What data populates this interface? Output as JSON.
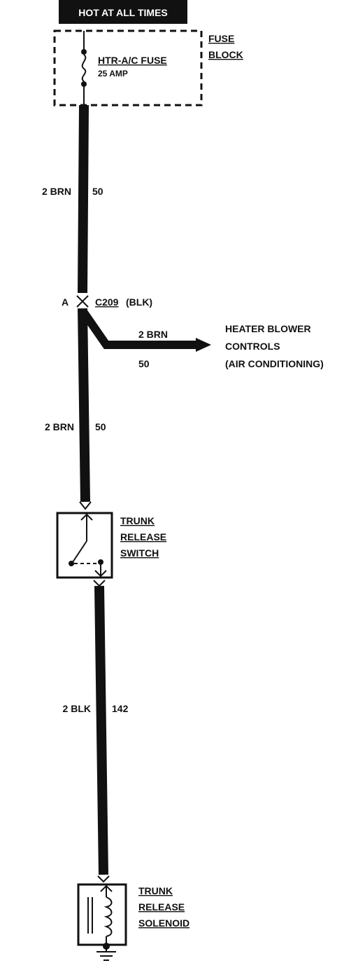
{
  "header": {
    "banner": "HOT AT ALL TIMES"
  },
  "fuse_block": {
    "label_line1": "FUSE",
    "label_line2": "BLOCK",
    "fuse_name": "HTR-A/C FUSE",
    "fuse_rating": "25 AMP"
  },
  "wires": {
    "w1": {
      "gauge_color": "2 BRN",
      "circuit": "50"
    },
    "branch": {
      "gauge_color": "2 BRN",
      "circuit": "50"
    },
    "w2": {
      "gauge_color": "2 BRN",
      "circuit": "50"
    },
    "w3": {
      "gauge_color": "2 BLK",
      "circuit": "142"
    }
  },
  "connector": {
    "pin": "A",
    "name": "C209",
    "color": "(BLK)"
  },
  "destination": {
    "line1": "HEATER BLOWER",
    "line2": "CONTROLS",
    "line3": "(AIR CONDITIONING)"
  },
  "switch": {
    "line1": "TRUNK",
    "line2": "RELEASE",
    "line3": "SWITCH"
  },
  "solenoid": {
    "line1": "TRUNK",
    "line2": "RELEASE",
    "line3": "SOLENOID"
  },
  "colors": {
    "ink": "#111111",
    "paper": "#ffffff"
  }
}
